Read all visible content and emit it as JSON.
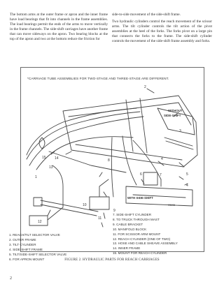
{
  "text": {
    "left": "The bottom arms at the outer frame or apron and the inner frame have load bearings that fit into channels in the frame assemblies. The load bearings permit the ends of the arms to move vertically in the frame channels. The side-shift carriages have another frame that can move sideways on the apron. Two bearing blocks at the top of the apron and two at the bottom reduce the friction for",
    "right_p1": "side-to-side movement of the side-shift frame.",
    "right_p2": "Two hydraulic cylinders control the reach movement of the scissor arms. The tilt cylinder controls the tilt action of the pivot assemblies at the heel of the forks. The forks pivot on a large pin that connects the forks to the frame. The side-shift cylinder controls the movement of the side-shift frame assembly and forks."
  },
  "figure": {
    "note": "*CARRIAGE TUBE ASSEMBLIES FOR TWO-STAGE AND THREE-STAGE ARE DIFFERENT.",
    "without_label_1": "WITHOUT",
    "without_label_2": "SIDE-SHIFT",
    "with_label": "WITH SIDE-SHIFT",
    "code": "O5495",
    "callouts": [
      "1",
      "2",
      "3",
      "4",
      "5",
      "6",
      "7",
      "8",
      "9",
      "10",
      "11",
      "12",
      "13",
      "14",
      "15"
    ],
    "legend_left": [
      "1.  REACH/TILT SELECTOR VALVE",
      "2.  OUTER FRAME",
      "3.  TILT CYLINDER",
      "4.  SIDE-SHIFT FRAME",
      "5.  TILT/SIDE-SHIFT SELECTOR VALVE",
      "6.  FOR APRON MOUNT"
    ],
    "legend_right": [
      "7.  SIDE-SHIFT CYLINDER",
      "8.  TO TRUCK THROUGH MAST",
      "9.  CABLE BRACKET",
      "10.  MANIFOLD BLOCK",
      "11.  FOR SCISSOR ARM MOUNT",
      "12.  REACH CYLINDER (ONE OF TWO)",
      "13.  HOSE AND CABLE SHEAVE ASSEMBLY",
      "14.  INNER FRAME",
      "15.  MOUNT FOR REACH CYLINDER"
    ],
    "caption": "FIGURE 2. HYDRAULIC PARTS FOR REACH CARRIAGES"
  },
  "page_number": "2"
}
